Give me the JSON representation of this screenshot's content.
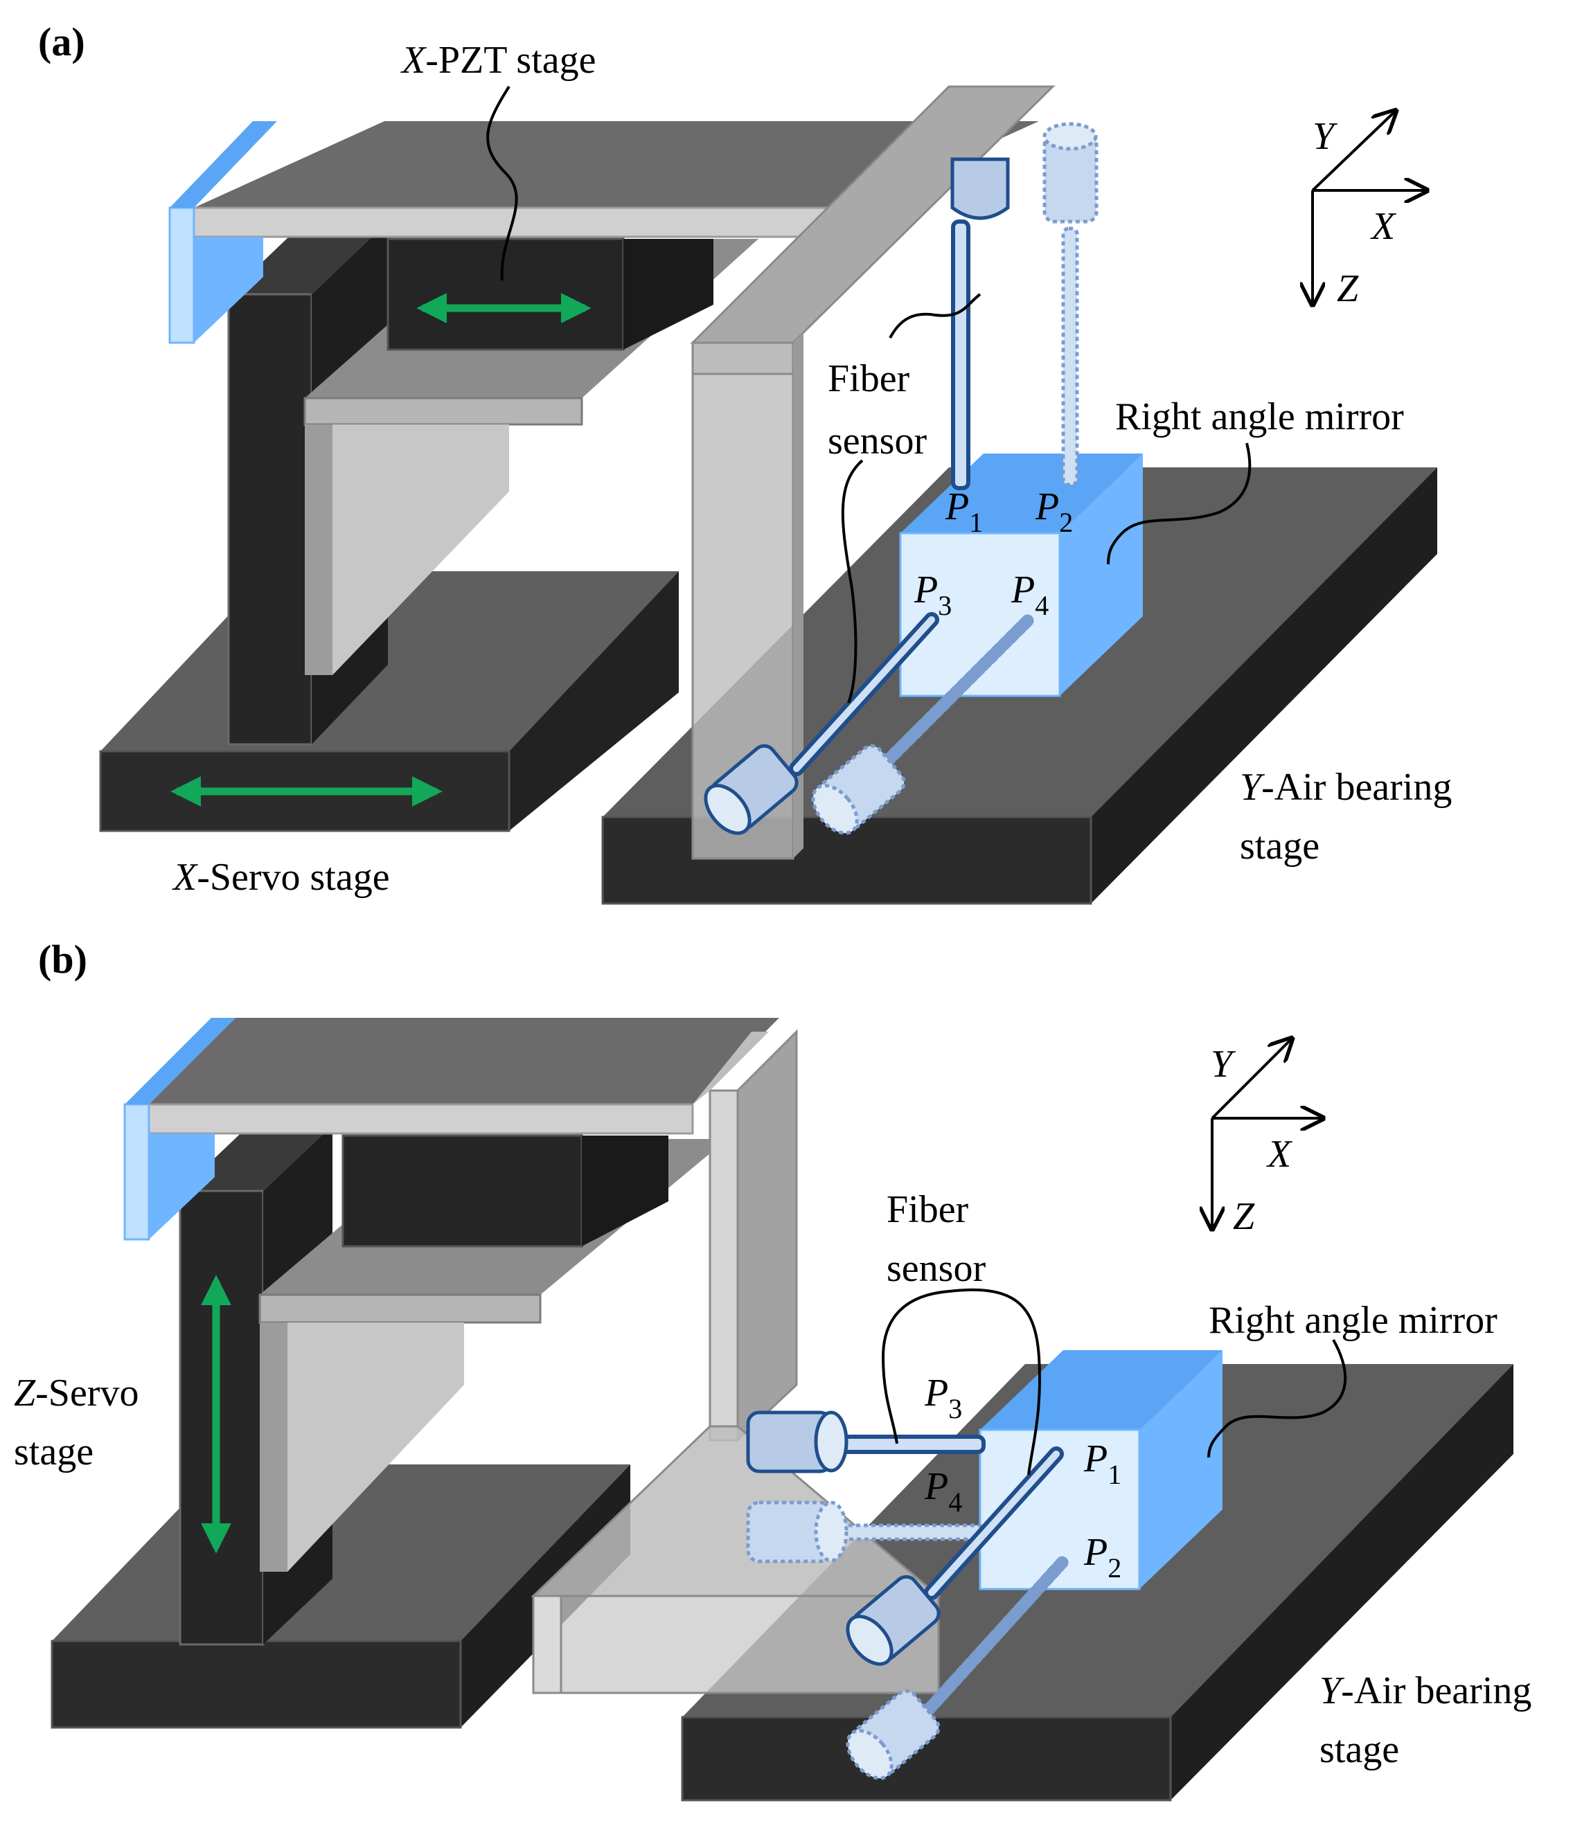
{
  "panel_a": {
    "tag": "(a)",
    "xpzt_axis": "X",
    "xpzt_rest": "-PZT stage",
    "fiber_line1": "Fiber",
    "fiber_line2": "sensor",
    "mirror_label": "Right angle mirror",
    "xservo_axis": "X",
    "xservo_rest": "-Servo stage",
    "yair_axis": "Y",
    "yair_rest": "-Air bearing",
    "yair_line2": "stage",
    "p1": "P",
    "p1_sub": "1",
    "p2": "P",
    "p2_sub": "2",
    "p3": "P",
    "p3_sub": "3",
    "p4": "P",
    "p4_sub": "4",
    "axis_x": "X",
    "axis_y": "Y",
    "axis_z": "Z"
  },
  "panel_b": {
    "tag": "(b)",
    "fiber_line1": "Fiber",
    "fiber_line2": "sensor",
    "mirror_label": "Right angle mirror",
    "zservo_axis": "Z",
    "zservo_rest": "-Servo",
    "zservo_line2": "stage",
    "yair_axis": "Y",
    "yair_rest": "-Air bearing",
    "yair_line2": "stage",
    "p1": "P",
    "p1_sub": "1",
    "p2": "P",
    "p2_sub": "2",
    "p3": "P",
    "p3_sub": "3",
    "p4": "P",
    "p4_sub": "4",
    "axis_x": "X",
    "axis_y": "Y",
    "axis_z": "Z"
  },
  "colors": {
    "stage_dark": "#2a2a2a",
    "stage_top": "#5f5f5f",
    "frame_grey": "#a6a6a6",
    "mirror_blue": "#6fb5ff",
    "mirror_face": "#dcecff",
    "arrow_green": "#12a85a",
    "sensor_blue": "#1f4e8c"
  }
}
